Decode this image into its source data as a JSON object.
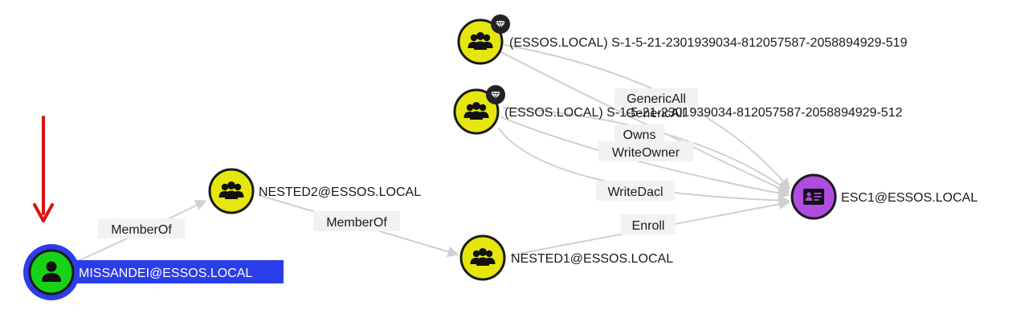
{
  "colors": {
    "group": "#e6e60f",
    "user": "#17d317",
    "template": "#b14be2",
    "selection": "#2a3ee8",
    "arrow": "#dd1111",
    "edge": "#d0d0d0"
  },
  "nodes": [
    {
      "id": "users519",
      "label": "(ESSOS.LOCAL) S-1-5-21-2301939034-812057587-2058894929-519",
      "kind": "group",
      "icon": "group-icon",
      "badge": "gem-icon"
    },
    {
      "id": "users512",
      "label": "(ESSOS.LOCAL) S-1-5-21-2301939034-812057587-2058894929-512",
      "kind": "group",
      "icon": "group-icon",
      "badge": "gem-icon"
    },
    {
      "id": "nested2",
      "label": "NESTED2@ESSOS.LOCAL",
      "kind": "group",
      "icon": "group-icon"
    },
    {
      "id": "nested1",
      "label": "NESTED1@ESSOS.LOCAL",
      "kind": "group",
      "icon": "group-icon"
    },
    {
      "id": "esc1",
      "label": "ESC1@ESSOS.LOCAL",
      "kind": "template",
      "icon": "certificate-icon"
    },
    {
      "id": "missandei",
      "label": "MISSANDEI@ESSOS.LOCAL",
      "kind": "user",
      "icon": "user-icon",
      "selected": true
    }
  ],
  "edges": [
    {
      "from": "missandei",
      "to": "nested2",
      "label": "MemberOf"
    },
    {
      "from": "nested2",
      "to": "nested1",
      "label": "MemberOf"
    },
    {
      "from": "nested1",
      "to": "esc1",
      "label": "Enroll"
    },
    {
      "from": "users512",
      "to": "esc1",
      "label": "WriteDacl"
    },
    {
      "from": "users512",
      "to": "esc1",
      "label": "WriteOwner"
    },
    {
      "from": "users519",
      "to": "esc1",
      "label": "Owns"
    },
    {
      "from": "users519",
      "to": "esc1",
      "label": "GenericAll"
    },
    {
      "from": "users512",
      "to": "esc1",
      "label": "GenericAll"
    }
  ]
}
